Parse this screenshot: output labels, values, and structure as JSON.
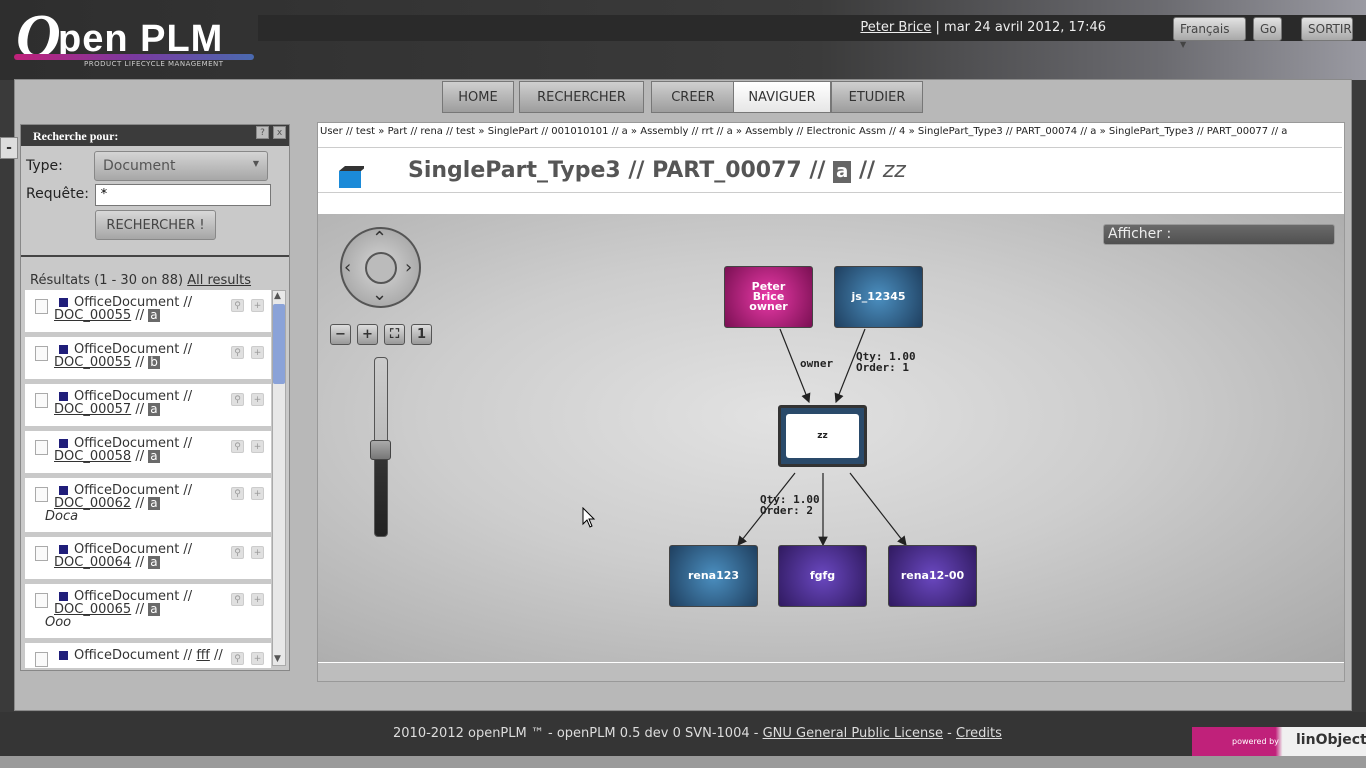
{
  "header": {
    "logo_text": "OpenPLM",
    "logo_tagline": "PRODUCT LIFECYCLE MANAGEMENT",
    "user": "Peter Brice",
    "datetime": "| mar 24 avril 2012, 17:46",
    "language": "Français",
    "go_label": "Go",
    "logout_label": "SORTIR"
  },
  "nav": {
    "items": [
      "HOME",
      "RECHERCHER",
      "CREER",
      "NAVIGUER",
      "ETUDIER"
    ],
    "active": "NAVIGUER"
  },
  "sidebar": {
    "collapse_label": "-",
    "title": "Recherche pour:",
    "help_icon": "?",
    "close_icon": "x",
    "type_label": "Type:",
    "type_value": "Document",
    "query_label": "Requête:",
    "query_value": "*",
    "search_button": "RECHERCHER !",
    "results_label": "Résultats (1 - 30 on 88)",
    "all_results": "All results",
    "results": [
      {
        "type": "OfficeDocument //",
        "ref": "DOC_00055",
        "rev": "a",
        "name": ""
      },
      {
        "type": "OfficeDocument //",
        "ref": "DOC_00055",
        "rev": "b",
        "name": ""
      },
      {
        "type": "OfficeDocument //",
        "ref": "DOC_00057",
        "rev": "a",
        "name": ""
      },
      {
        "type": "OfficeDocument //",
        "ref": "DOC_00058",
        "rev": "a",
        "name": ""
      },
      {
        "type": "OfficeDocument //",
        "ref": "DOC_00062",
        "rev": "a",
        "name": "Doca"
      },
      {
        "type": "OfficeDocument //",
        "ref": "DOC_00064",
        "rev": "a",
        "name": ""
      },
      {
        "type": "OfficeDocument //",
        "ref": "DOC_00065",
        "rev": "a",
        "name": "Ooo"
      },
      {
        "type": "OfficeDocument //",
        "ref": "fff",
        "rev": "",
        "name": ""
      }
    ]
  },
  "main": {
    "breadcrumb": "User // test  »  Part // rena // test  »  SinglePart // 001010101 // a  »  Assembly // rrt // a  »  Assembly // Electronic Assm // 4  »  SinglePart_Type3 // PART_00074 // a  »  SinglePart_Type3 // PART_00077 // a",
    "title_prefix": "SinglePart_Type3 // PART_00077 //",
    "title_rev": "a",
    "title_sep": "//",
    "title_name": "zz",
    "afficher": "Afficher :"
  },
  "graph": {
    "nodes": {
      "owner": "Peter Brice owner",
      "js": "js_12345",
      "center": "zz",
      "c1": "rena123",
      "c2": "fgfg",
      "c3": "rena12-00"
    },
    "edge_owner": "owner",
    "edge_parent_qty": "Qty: 1.00",
    "edge_parent_order": "Order: 1",
    "edge_child_qty": "Qty: 1.00",
    "edge_child_order": "Order: 2",
    "zoom_reset_label": "1"
  },
  "footer": {
    "text": "2010-2012 openPLM ™ - openPLM 0.5 dev 0 SVN-1004 -",
    "license": "GNU General Public License",
    "dash": "-",
    "credits": "Credits",
    "powered": "powered by",
    "brand": "linObject"
  },
  "colors": {
    "brand_pink": "#c0217a",
    "node_blue": "#2b5a84",
    "node_purple": "#4a2f90",
    "doc_square": "#201e7a"
  }
}
